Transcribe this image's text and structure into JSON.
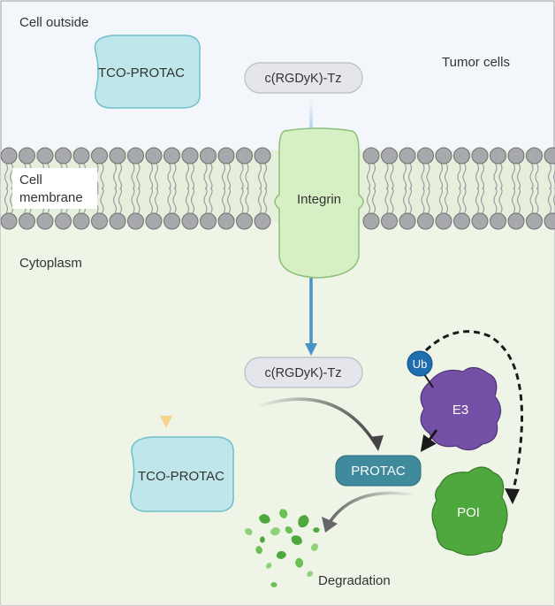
{
  "regions": {
    "outside": "Cell outside",
    "tumor": "Tumor cells",
    "membrane_line1": "Cell",
    "membrane_line2": "membrane",
    "cytoplasm": "Cytoplasm"
  },
  "molecules": {
    "tco_protac_outside": "TCO-PROTAC",
    "tco_protac_inside": "TCO-PROTAC",
    "peptide_outside": "c(RGDyK)-Tz",
    "peptide_inside": "c(RGDyK)-Tz",
    "integrin": "Integrin",
    "protac": "PROTAC",
    "e3": "E3",
    "ub": "Ub",
    "poi": "POI",
    "degradation": "Degradation"
  },
  "colors": {
    "outside_bg": "#F3F6FB",
    "cytoplasm_bg": "#EEF4E6",
    "membrane_band": "#E6EFDC",
    "lipid_head": "#A7A9AC",
    "tco_fill": "#BFE6EA",
    "tco_stroke": "#6FBFCB",
    "peptide_fill": "#E4E6EB",
    "integrin_fill": "#D7EFC5",
    "integrin_stroke": "#8CC07A",
    "blue_arrow": "#4A90C9",
    "yellow_arrow": "#F6D28C",
    "protac_fill": "#3F8A9C",
    "e3_fill": "#7450A6",
    "ub_fill": "#1F6FB0",
    "poi_fill": "#4FA83D"
  }
}
